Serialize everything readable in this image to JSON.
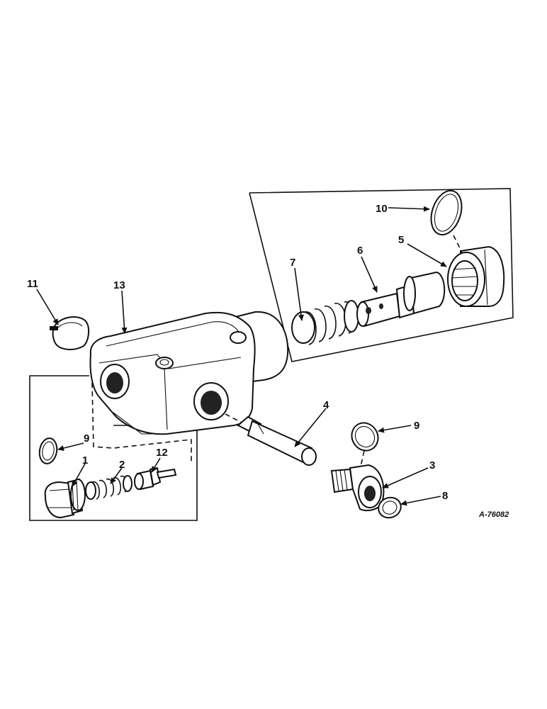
{
  "drawing_code": "A-76082",
  "callouts": [
    {
      "id": "c1",
      "label": "1"
    },
    {
      "id": "c2",
      "label": "2"
    },
    {
      "id": "c3",
      "label": "3"
    },
    {
      "id": "c4",
      "label": "4"
    },
    {
      "id": "c5",
      "label": "5"
    },
    {
      "id": "c6",
      "label": "6"
    },
    {
      "id": "c7",
      "label": "7"
    },
    {
      "id": "c8",
      "label": "8"
    },
    {
      "id": "c9a",
      "label": "9"
    },
    {
      "id": "c9b",
      "label": "9"
    },
    {
      "id": "c10",
      "label": "10"
    },
    {
      "id": "c11",
      "label": "11"
    },
    {
      "id": "c12",
      "label": "12"
    },
    {
      "id": "c13",
      "label": "13"
    }
  ]
}
